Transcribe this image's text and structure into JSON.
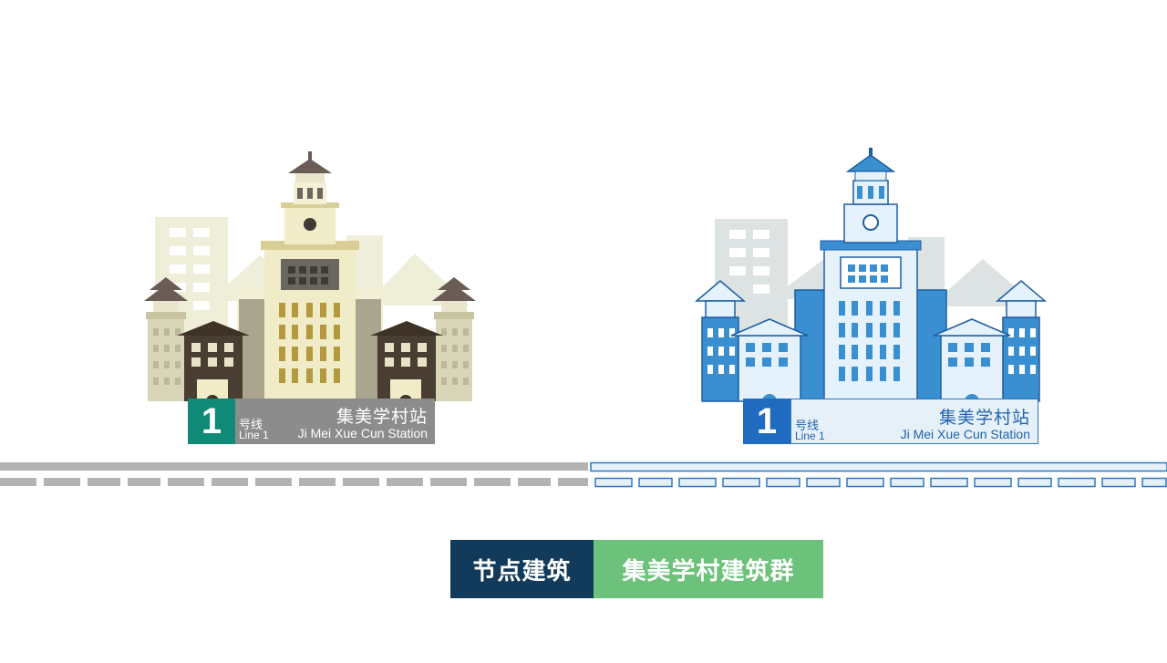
{
  "colors": {
    "left_accent": "#0f8a76",
    "left_panel": "#8c8c8c",
    "right_accent": "#1e6bbf",
    "right_panel": "#e6f0f8",
    "tag_dark": "#123a5a",
    "tag_green": "#6cc27b",
    "track_gray": "#b3b3b3",
    "track_blue": "#2b79c2"
  },
  "left_sign": {
    "number": "1",
    "line_cn": "号线",
    "line_en": "Line 1",
    "station_cn": "集美学村站",
    "station_en": "Ji Mei Xue Cun Station"
  },
  "right_sign": {
    "number": "1",
    "line_cn": "号线",
    "line_en": "Line 1",
    "station_cn": "集美学村站",
    "station_en": "Ji Mei Xue Cun Station"
  },
  "tags": {
    "label": "节点建筑",
    "value": "集美学村建筑群"
  }
}
